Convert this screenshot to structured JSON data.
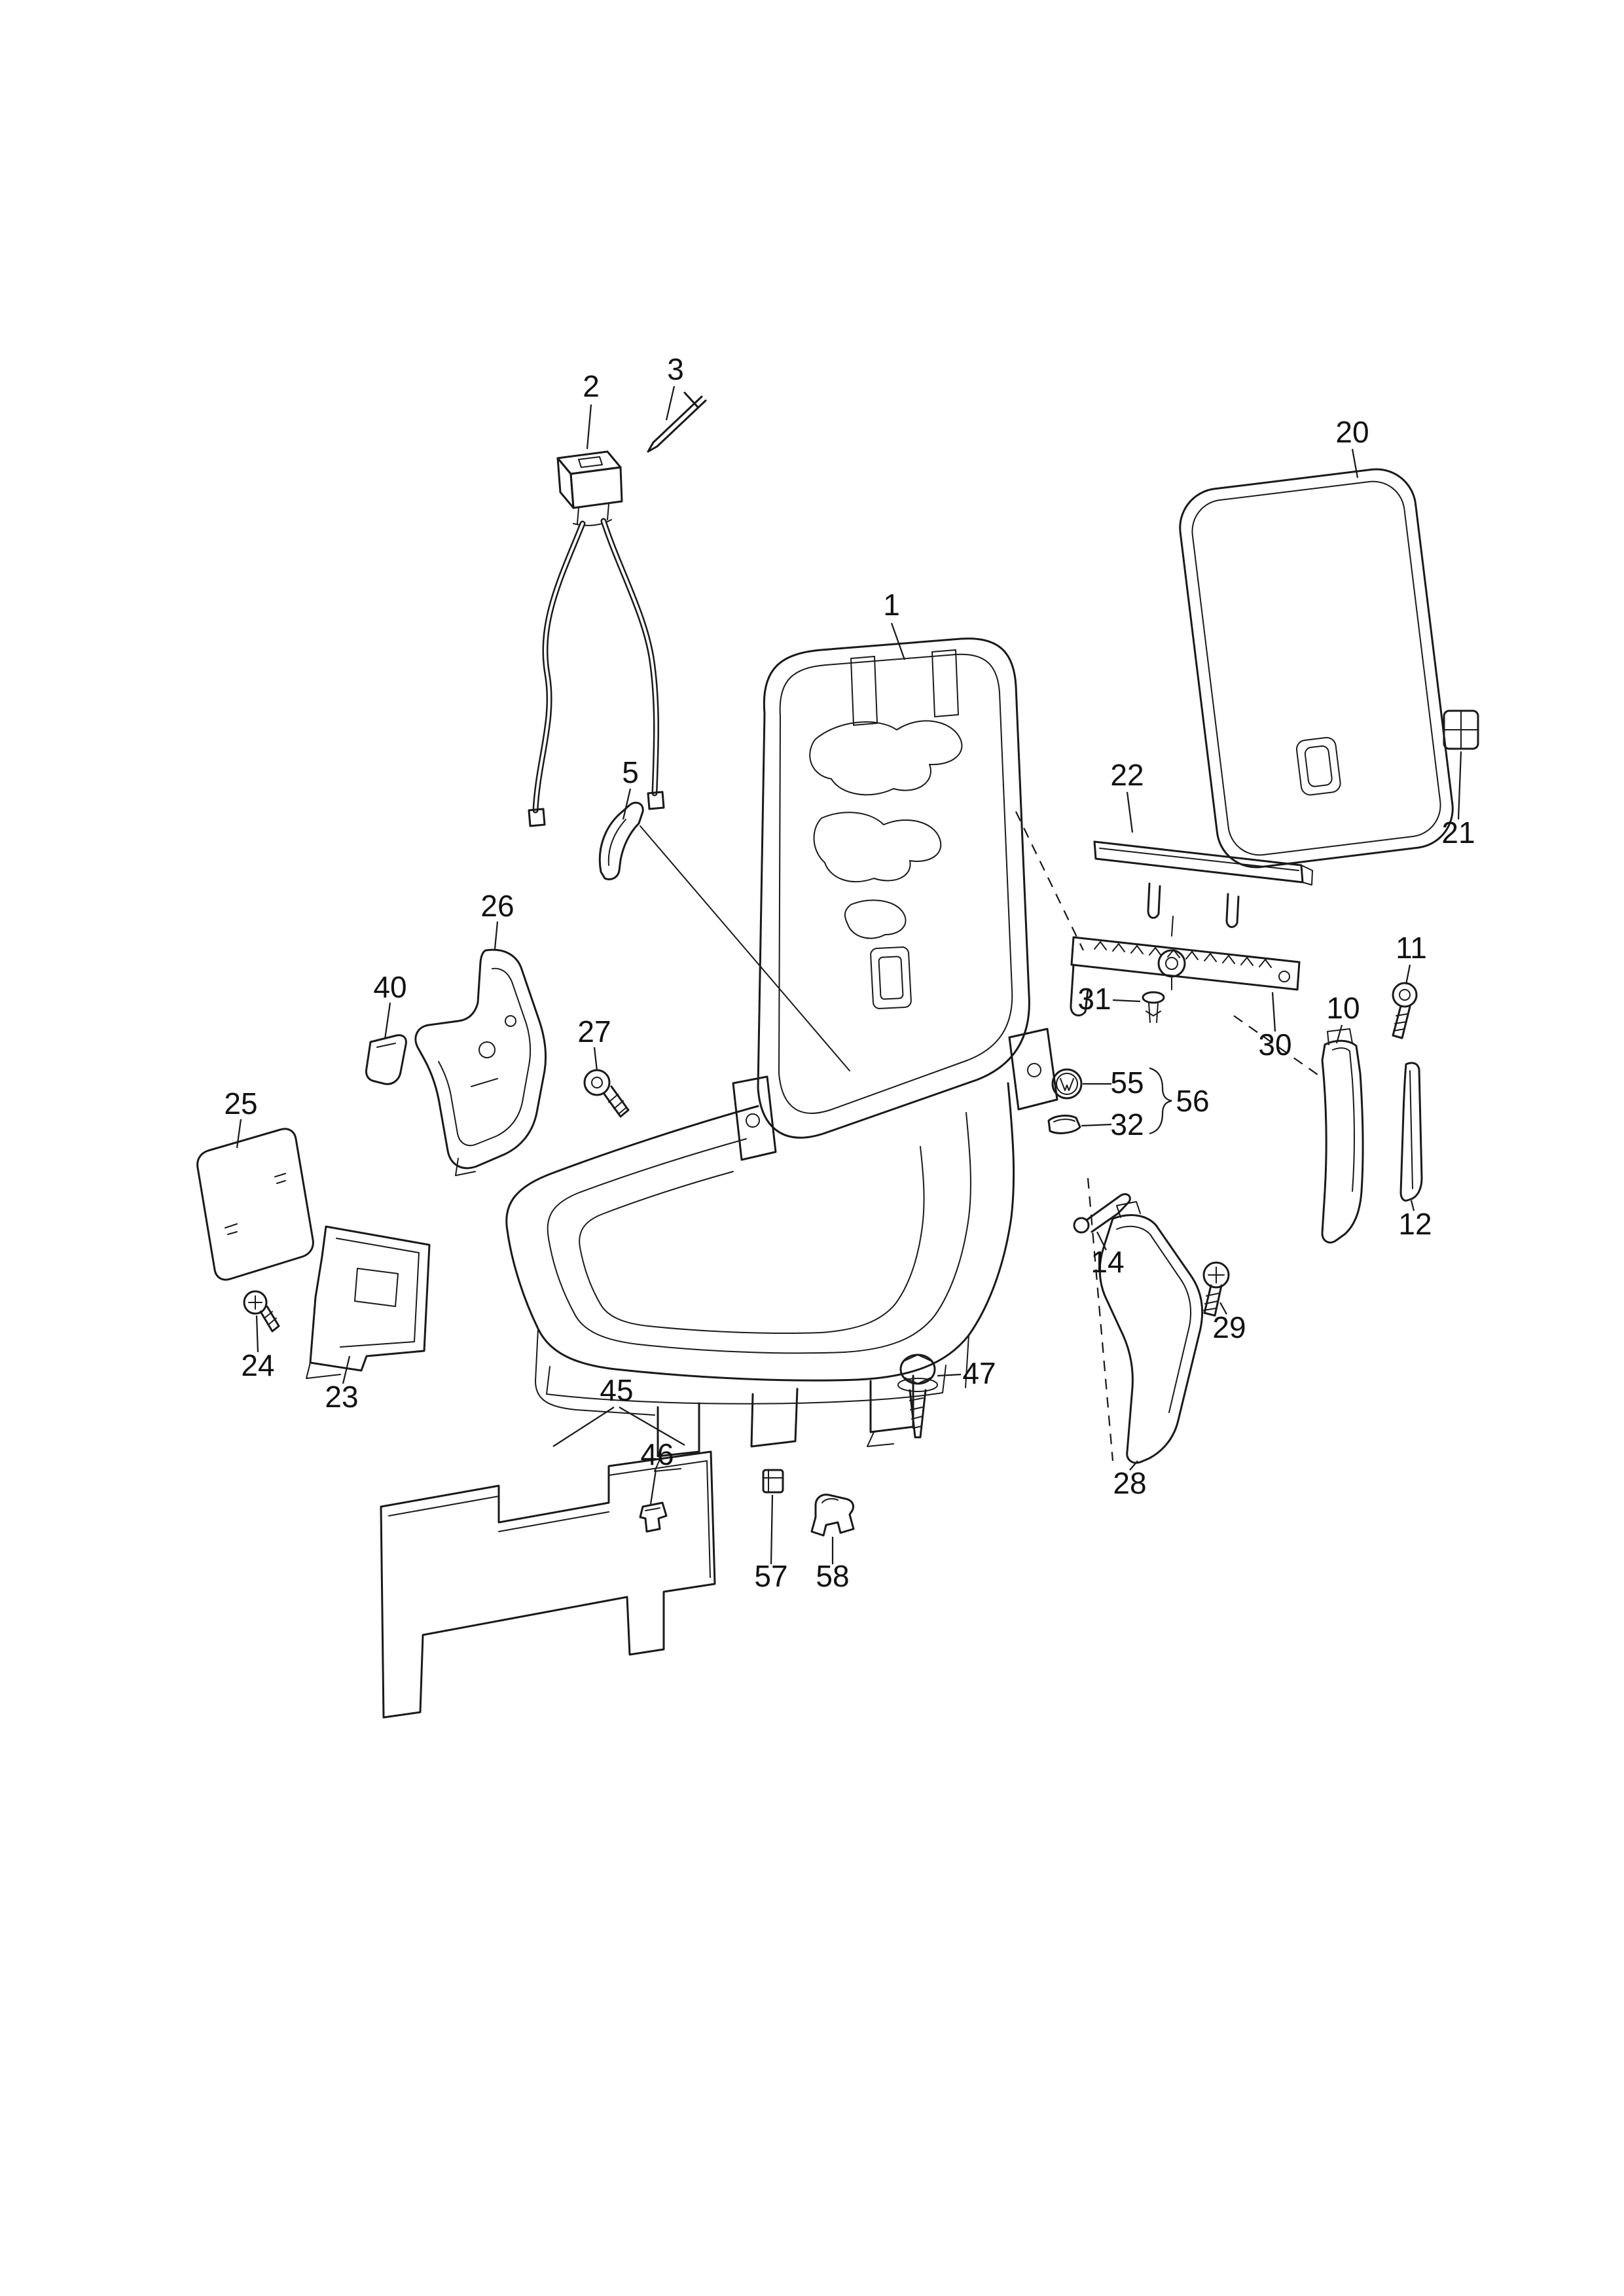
{
  "page": {
    "background": "#ffffff",
    "line_color": "#1a1a1a",
    "text_color": "#111111"
  },
  "diagram": {
    "type": "exploded-parts-diagram",
    "subject": "vehicle rear seat assembly with trim panels and fasteners",
    "callouts": {
      "part1": "1",
      "part2": "2",
      "part3": "3",
      "part5": "5",
      "part10": "10",
      "part11": "11",
      "part12": "12",
      "part14": "14",
      "part20": "20",
      "part21": "21",
      "part22": "22",
      "part23": "23",
      "part24": "24",
      "part25": "25",
      "part26": "26",
      "part27": "27",
      "part28": "28",
      "part29": "29",
      "part30": "30",
      "part31": "31",
      "part32": "32",
      "part40": "40",
      "part45": "45",
      "part46": "46",
      "part47": "47",
      "part55": "55",
      "part56": "56",
      "part57": "57",
      "part58": "58"
    }
  }
}
